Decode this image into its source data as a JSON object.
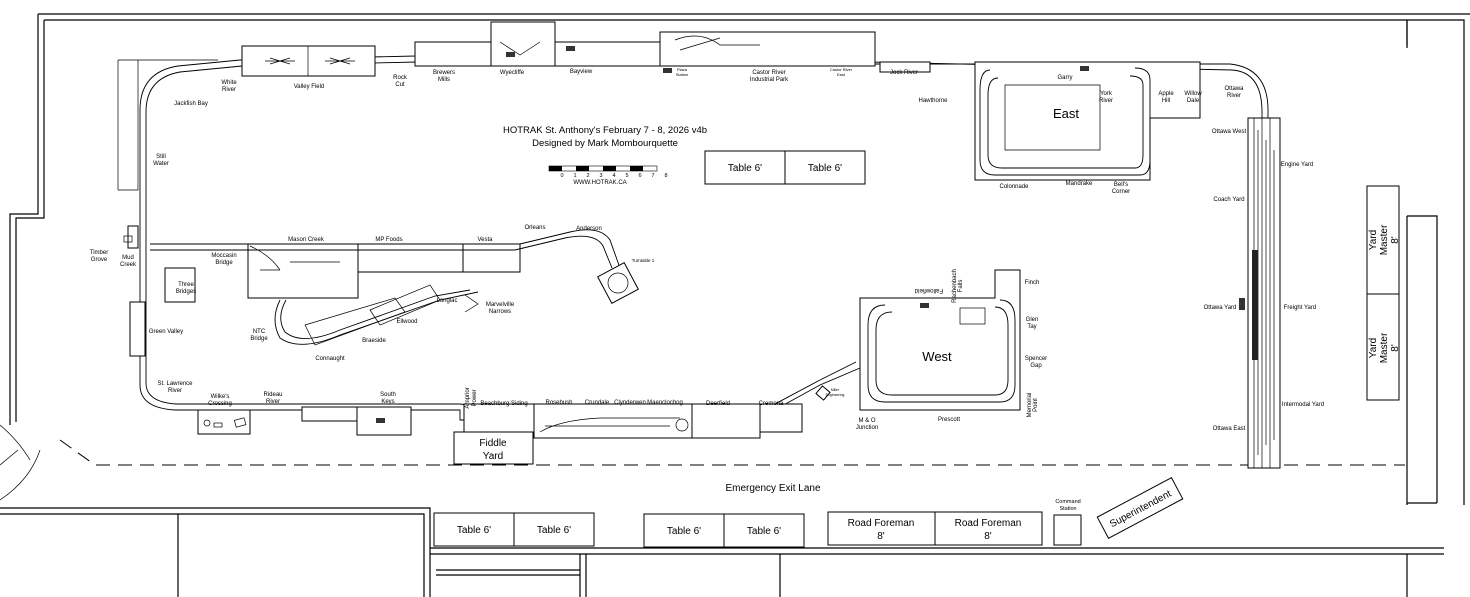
{
  "header": {
    "title_line1": "HOTRAK St. Anthony's February 7 - 8, 2026 v4b",
    "title_line2": "Designed by Mark Mombourquette",
    "website": "WWW.HOTRAK.CA",
    "scale_ticks": [
      "0",
      "1",
      "2",
      "3",
      "4",
      "5",
      "6",
      "7",
      "8"
    ]
  },
  "sections": {
    "east": "East",
    "west": "West"
  },
  "emergency_lane": "Emergency Exit Lane",
  "tables": {
    "mid1": "Table 6'",
    "mid2": "Table 6'",
    "bot1": "Table 6'",
    "bot2": "Table 6'",
    "bot3": "Table 6'",
    "bot4": "Table 6'",
    "road1_a": "Road Foreman",
    "road1_b": "8'",
    "road2_a": "Road Foreman",
    "road2_b": "8'",
    "command_a": "Command",
    "command_b": "Station",
    "superintendent": "Superintendent",
    "yard1_a": "Yard",
    "yard1_b": "Master",
    "yard1_c": "8'",
    "yard2_a": "Yard",
    "yard2_b": "Master",
    "yard2_c": "8'",
    "fiddle_a": "Fiddle",
    "fiddle_b": "Yard"
  },
  "stations": {
    "white_river": [
      "White",
      "River"
    ],
    "valley_field": "Valley Field",
    "rock_cut": [
      "Rock",
      "Cut"
    ],
    "brewers_mills": [
      "Brewers",
      "Mills"
    ],
    "wyecliffe": "Wyecliffe",
    "bayview": "Bayview",
    "plaza_station": [
      "Plaza",
      "Station"
    ],
    "castor_river": [
      "Castor River",
      "Industrial Park"
    ],
    "castor_east": [
      "Castor River",
      "East"
    ],
    "jock_river": "Jock River",
    "hawthorne": "Hawthorne",
    "garry": "Garry",
    "york_river": [
      "York",
      "River"
    ],
    "apple_hill": [
      "Apple",
      "Hill"
    ],
    "willow_dale": [
      "Willow",
      "Dale"
    ],
    "ottawa_river": [
      "Ottawa",
      "River"
    ],
    "jackfish_bay": "Jackfish Bay",
    "still_water": [
      "Still",
      "Water"
    ],
    "ottawa_west": "Ottawa West",
    "engine_yard": "Engine Yard",
    "coach_yard": "Coach Yard",
    "colonnade": "Colonnade",
    "mandrake": "Mandrake",
    "bells_corner": [
      "Bell's",
      "Corner"
    ],
    "timber_grove": [
      "Timber",
      "Grove"
    ],
    "mud_creek": [
      "Mud",
      "Creek"
    ],
    "moccasin_bridge": [
      "Moccasin",
      "Bridge"
    ],
    "mason_creek": "Mason Creek",
    "mp_foods": "MP Foods",
    "vesta": "Vesta",
    "orleans": "Orleans",
    "anderson": "Anderson",
    "turntable": "Turntable 1",
    "three_bridges": [
      "Three",
      "Bridges"
    ],
    "longlac": "Longlac",
    "marvelville": [
      "Marvelville",
      "Narrows"
    ],
    "ellwood": "Ellwood",
    "braeside": "Braeside",
    "connaught": "Connaught",
    "ntc_bridge": [
      "NTC",
      "Bridge"
    ],
    "green_valley": "Green Valley",
    "rachenbach_falls": [
      "Rachenbach",
      "Falls"
    ],
    "fallowfield": "Fallowfield",
    "finch": "Finch",
    "glen_tay": [
      "Glen",
      "Tay"
    ],
    "spencer_gap": [
      "Spencer",
      "Gap"
    ],
    "memorial_point": [
      "Memorial",
      "Point"
    ],
    "ottawa_yard": "Ottawa Yard",
    "freight_yard": "Freight Yard",
    "intermodal_yard": "Intermodal Yard",
    "ottawa_east": "Ottawa East",
    "st_lawrence": [
      "St. Lawrence",
      "River"
    ],
    "wilkes_crossing": [
      "Wilke's",
      "Crossing"
    ],
    "rideau_river": [
      "Rideau",
      "River"
    ],
    "south_keys": [
      "South",
      "Keys"
    ],
    "arnprior": [
      "Arnprior",
      "Power"
    ],
    "beachburg": "Beachburg Siding",
    "rosebush": "Rosebush",
    "crundale": "Crundale",
    "clynderwen": "Clynderwen",
    "maenclochog": "Maenclochog",
    "deerfield": "Deerfield",
    "cremona": "Cremona",
    "mo_junction": [
      "M & O",
      "Junction"
    ],
    "prescott": "Prescott",
    "engineering": [
      "Miller",
      "Engineering"
    ]
  }
}
